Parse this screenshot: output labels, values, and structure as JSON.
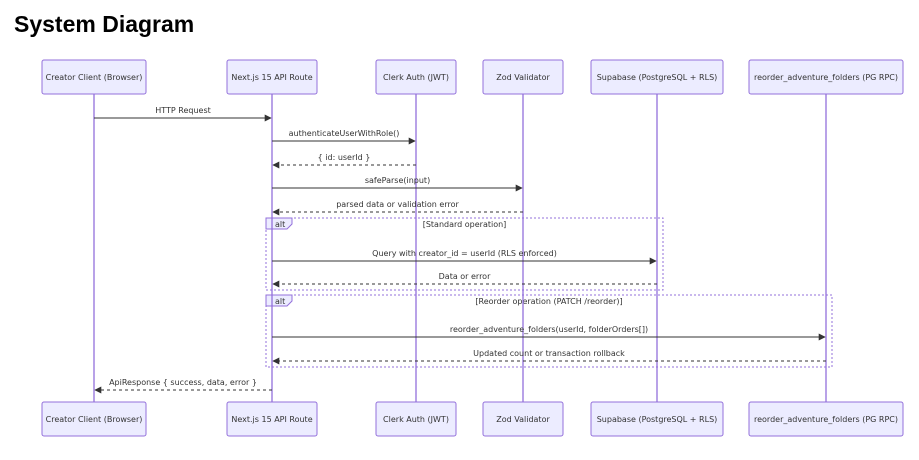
{
  "title": "System Diagram",
  "colors": {
    "actor_fill": "#ECECFF",
    "actor_stroke": "#9370DB",
    "line": "#333333"
  },
  "participants": [
    {
      "id": "client",
      "label": "Creator Client (Browser)"
    },
    {
      "id": "route",
      "label": "Next.js 15 API Route"
    },
    {
      "id": "clerk",
      "label": "Clerk Auth (JWT)"
    },
    {
      "id": "zod",
      "label": "Zod Validator"
    },
    {
      "id": "supabase",
      "label": "Supabase (PostgreSQL + RLS)"
    },
    {
      "id": "rpc",
      "label": "reorder_adventure_folders (PG RPC)"
    }
  ],
  "messages": [
    {
      "from": "client",
      "to": "route",
      "text": "HTTP Request",
      "style": "solid"
    },
    {
      "from": "route",
      "to": "clerk",
      "text": "authenticateUserWithRole()",
      "style": "solid"
    },
    {
      "from": "clerk",
      "to": "route",
      "text": "{ id: userId }",
      "style": "dashed"
    },
    {
      "from": "route",
      "to": "zod",
      "text": "safeParse(input)",
      "style": "solid"
    },
    {
      "from": "zod",
      "to": "route",
      "text": "parsed data or validation error",
      "style": "dashed"
    },
    {
      "from": "route",
      "to": "supabase",
      "text": "Query with creator_id = userId (RLS enforced)",
      "style": "solid"
    },
    {
      "from": "supabase",
      "to": "route",
      "text": "Data or error",
      "style": "dashed"
    },
    {
      "from": "route",
      "to": "rpc",
      "text": "reorder_adventure_folders(userId, folderOrders[])",
      "style": "solid"
    },
    {
      "from": "rpc",
      "to": "route",
      "text": "Updated count or transaction rollback",
      "style": "dashed"
    },
    {
      "from": "route",
      "to": "client",
      "text": "ApiResponse { success, data, error }",
      "style": "dashed"
    }
  ],
  "fragments": [
    {
      "kind": "alt",
      "label": "alt",
      "condition": "[Standard operation]",
      "from": "route",
      "to": "supabase"
    },
    {
      "kind": "alt",
      "label": "alt",
      "condition": "[Reorder operation (PATCH /reorder)]",
      "from": "route",
      "to": "rpc"
    }
  ]
}
